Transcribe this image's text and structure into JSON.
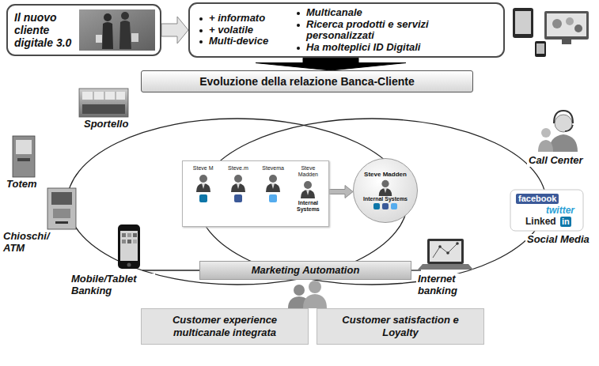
{
  "diagram": {
    "nodes": [
      {
        "text": [
          "Il nuovo cliente digitale 3.0"
        ]
      },
      {
        "text": [
          "+ informato",
          "+ volatile",
          "Multi-device",
          "Multicanale",
          "Ricerca prodotti e servizi personalizzati",
          "Ha molteplici ID Digitali"
        ]
      },
      {
        "text": [
          "Evoluzione della relazione Banca-Cliente"
        ]
      },
      {
        "text": [
          "Steve M",
          "Steve.m",
          "Stevema",
          "Steve Madden",
          "Internal Systems"
        ]
      },
      {
        "text": [
          "Steve Madden",
          "Internal Systems"
        ]
      },
      {
        "text": [
          "Marketing Automation"
        ]
      },
      {
        "text": [
          "Customer experience multicanale integrata"
        ]
      },
      {
        "text": [
          "Customer satisfaction e Loyalty"
        ]
      }
    ],
    "edges": [
      {
        "from": 0,
        "to": 1,
        "arrow": "to"
      },
      {
        "from": 1,
        "to": 2,
        "arrow": "to"
      },
      {
        "from": 3,
        "to": 4,
        "arrow": "to"
      }
    ],
    "labels": [
      "Sportello",
      "Totem",
      "Chioschi/ ATM",
      "Mobile/Tablet Banking",
      "Call Center",
      "Social Media",
      "Internet banking",
      "facebook",
      "twitter",
      "Linked",
      "in"
    ]
  }
}
